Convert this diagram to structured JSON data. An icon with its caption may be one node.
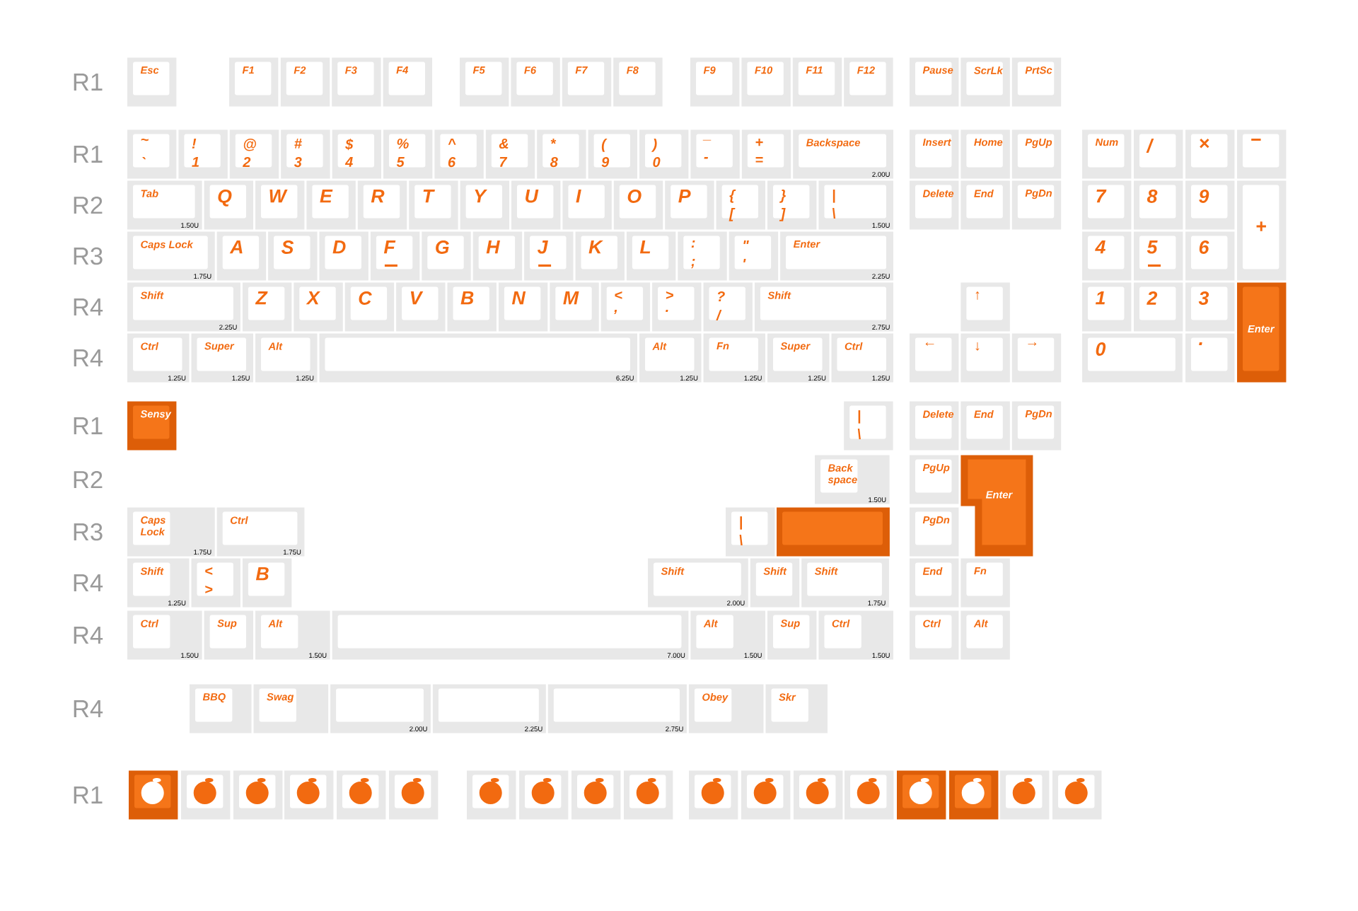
{
  "diagram": {
    "nodes": [
      {
        "text": [
          "Esc"
        ]
      },
      {
        "text": [
          "F1"
        ]
      },
      {
        "text": [
          "F2"
        ]
      },
      {
        "text": [
          "F3"
        ]
      },
      {
        "text": [
          "F4"
        ]
      },
      {
        "text": [
          "F5"
        ]
      },
      {
        "text": [
          "F6"
        ]
      },
      {
        "text": [
          "F7"
        ]
      },
      {
        "text": [
          "F8"
        ]
      },
      {
        "text": [
          "F9"
        ]
      },
      {
        "text": [
          "F10"
        ]
      },
      {
        "text": [
          "F11"
        ]
      },
      {
        "text": [
          "F12"
        ]
      },
      {
        "text": [
          "Pause"
        ]
      },
      {
        "text": [
          "ScrLk"
        ]
      },
      {
        "text": [
          "PrtSc"
        ]
      },
      {
        "text": [
          "~",
          "`"
        ]
      },
      {
        "text": [
          "!",
          "1"
        ]
      },
      {
        "text": [
          "@",
          "2"
        ]
      },
      {
        "text": [
          "#",
          "3"
        ]
      },
      {
        "text": [
          "$",
          "4"
        ]
      },
      {
        "text": [
          "%",
          "5"
        ]
      },
      {
        "text": [
          "^",
          "6"
        ]
      },
      {
        "text": [
          "&",
          "7"
        ]
      },
      {
        "text": [
          "*",
          "8"
        ]
      },
      {
        "text": [
          "(",
          "9"
        ]
      },
      {
        "text": [
          ")",
          "0"
        ]
      },
      {
        "text": [
          "_",
          "-"
        ]
      },
      {
        "text": [
          "+",
          "="
        ]
      },
      {
        "text": [
          "Backspace",
          "2.00U"
        ]
      },
      {
        "text": [
          "Insert"
        ]
      },
      {
        "text": [
          "Home"
        ]
      },
      {
        "text": [
          "PgUp"
        ]
      },
      {
        "text": [
          "Num"
        ]
      },
      {
        "text": [
          "/"
        ]
      },
      {
        "text": [
          "×"
        ]
      },
      {
        "text": [
          "−"
        ]
      },
      {
        "text": [
          "Tab",
          "1.50U"
        ]
      },
      {
        "text": [
          "Q"
        ]
      },
      {
        "text": [
          "W"
        ]
      },
      {
        "text": [
          "E"
        ]
      },
      {
        "text": [
          "R"
        ]
      },
      {
        "text": [
          "T"
        ]
      },
      {
        "text": [
          "Y"
        ]
      },
      {
        "text": [
          "U"
        ]
      },
      {
        "text": [
          "I"
        ]
      },
      {
        "text": [
          "O"
        ]
      },
      {
        "text": [
          "P"
        ]
      },
      {
        "text": [
          "{",
          "["
        ]
      },
      {
        "text": [
          "}",
          "]"
        ]
      },
      {
        "text": [
          "|",
          "\\",
          "1.50U"
        ]
      },
      {
        "text": [
          "Delete"
        ]
      },
      {
        "text": [
          "End"
        ]
      },
      {
        "text": [
          "PgDn"
        ]
      },
      {
        "text": [
          "7"
        ]
      },
      {
        "text": [
          "8"
        ]
      },
      {
        "text": [
          "9"
        ]
      },
      {
        "text": [
          "+"
        ]
      },
      {
        "text": [
          "Caps Lock",
          "1.75U"
        ]
      },
      {
        "text": [
          "A"
        ]
      },
      {
        "text": [
          "S"
        ]
      },
      {
        "text": [
          "D"
        ]
      },
      {
        "text": [
          "F"
        ]
      },
      {
        "text": [
          "G"
        ]
      },
      {
        "text": [
          "H"
        ]
      },
      {
        "text": [
          "J"
        ]
      },
      {
        "text": [
          "K"
        ]
      },
      {
        "text": [
          "L"
        ]
      },
      {
        "text": [
          ":",
          ";"
        ]
      },
      {
        "text": [
          "\"",
          "'"
        ]
      },
      {
        "text": [
          "Enter",
          "2.25U"
        ]
      },
      {
        "text": [
          "4"
        ]
      },
      {
        "text": [
          "5"
        ]
      },
      {
        "text": [
          "6"
        ]
      },
      {
        "text": [
          "Shift",
          "2.25U"
        ]
      },
      {
        "text": [
          "Z"
        ]
      },
      {
        "text": [
          "X"
        ]
      },
      {
        "text": [
          "C"
        ]
      },
      {
        "text": [
          "V"
        ]
      },
      {
        "text": [
          "B"
        ]
      },
      {
        "text": [
          "N"
        ]
      },
      {
        "text": [
          "M"
        ]
      },
      {
        "text": [
          "<",
          ","
        ]
      },
      {
        "text": [
          ">",
          "."
        ]
      },
      {
        "text": [
          "?",
          "/"
        ]
      },
      {
        "text": [
          "Shift",
          "2.75U"
        ]
      },
      {
        "text": [
          "↑"
        ]
      },
      {
        "text": [
          "1"
        ]
      },
      {
        "text": [
          "2"
        ]
      },
      {
        "text": [
          "3"
        ]
      },
      {
        "text": [
          "Enter"
        ]
      },
      {
        "text": [
          "Ctrl",
          "1.25U"
        ]
      },
      {
        "text": [
          "Super",
          "1.25U"
        ]
      },
      {
        "text": [
          "Alt",
          "1.25U"
        ]
      },
      {
        "text": [
          "6.25U"
        ]
      },
      {
        "text": [
          "Alt",
          "1.25U"
        ]
      },
      {
        "text": [
          "Fn",
          "1.25U"
        ]
      },
      {
        "text": [
          "Super",
          "1.25U"
        ]
      },
      {
        "text": [
          "Ctrl",
          "1.25U"
        ]
      },
      {
        "text": [
          "←"
        ]
      },
      {
        "text": [
          "↓"
        ]
      },
      {
        "text": [
          "→"
        ]
      },
      {
        "text": [
          "0"
        ]
      },
      {
        "text": [
          "."
        ]
      },
      {
        "text": [
          "Sensy"
        ]
      },
      {
        "text": [
          "|",
          "\\"
        ]
      },
      {
        "text": [
          "Delete"
        ]
      },
      {
        "text": [
          "End"
        ]
      },
      {
        "text": [
          "PgDn"
        ]
      },
      {
        "text": [
          "Back space",
          "1.50U"
        ]
      },
      {
        "text": [
          "PgUp"
        ]
      },
      {
        "text": [
          "Enter"
        ]
      },
      {
        "text": [
          "Caps Lock",
          "1.75U"
        ]
      },
      {
        "text": [
          "Ctrl",
          "1.75U"
        ]
      },
      {
        "text": [
          "|",
          "\\"
        ]
      },
      {
        "text": [],
        "shape": "box"
      },
      {
        "text": [
          "PgDn"
        ]
      },
      {
        "text": [
          "Shift",
          "1.25U"
        ]
      },
      {
        "text": [
          "<",
          ">"
        ]
      },
      {
        "text": [
          "B"
        ]
      },
      {
        "text": [
          "Shift",
          "2.00U"
        ]
      },
      {
        "text": [
          "Shift"
        ]
      },
      {
        "text": [
          "Shift",
          "1.75U"
        ]
      },
      {
        "text": [
          "End"
        ]
      },
      {
        "text": [
          "Fn"
        ]
      },
      {
        "text": [
          "Ctrl",
          "1.50U"
        ]
      },
      {
        "text": [
          "Sup"
        ]
      },
      {
        "text": [
          "Alt",
          "1.50U"
        ]
      },
      {
        "text": [
          "7.00U"
        ]
      },
      {
        "text": [
          "Alt",
          "1.50U"
        ]
      },
      {
        "text": [
          "Sup"
        ]
      },
      {
        "text": [
          "Ctrl",
          "1.50U"
        ]
      },
      {
        "text": [
          "Ctrl"
        ]
      },
      {
        "text": [
          "Alt"
        ]
      },
      {
        "text": [
          "BBQ"
        ]
      },
      {
        "text": [
          "Swag"
        ]
      },
      {
        "text": [
          "2.00U"
        ]
      },
      {
        "text": [
          "2.25U"
        ]
      },
      {
        "text": [
          "2.75U"
        ]
      },
      {
        "text": [
          "Obey"
        ]
      },
      {
        "text": [
          "Skr"
        ]
      },
      {
        "text": [],
        "shape": "picture"
      },
      {
        "text": [],
        "shape": "picture"
      },
      {
        "text": [],
        "shape": "picture"
      },
      {
        "text": [],
        "shape": "picture"
      },
      {
        "text": [],
        "shape": "picture"
      },
      {
        "text": [],
        "shape": "picture"
      },
      {
        "text": [],
        "shape": "picture"
      },
      {
        "text": [],
        "shape": "picture"
      },
      {
        "text": [],
        "shape": "picture"
      },
      {
        "text": [],
        "shape": "picture"
      },
      {
        "text": [],
        "shape": "picture"
      },
      {
        "text": [],
        "shape": "picture"
      },
      {
        "text": [],
        "shape": "picture"
      },
      {
        "text": [],
        "shape": "picture"
      },
      {
        "text": [],
        "shape": "picture"
      },
      {
        "text": [],
        "shape": "picture"
      },
      {
        "text": [],
        "shape": "picture"
      },
      {
        "text": [],
        "shape": "picture"
      }
    ],
    "labels": [
      "R1",
      "R1",
      "R2",
      "R3",
      "R4",
      "R4",
      "R1",
      "R2",
      "R3",
      "R4",
      "R4",
      "R4",
      "R1"
    ]
  }
}
